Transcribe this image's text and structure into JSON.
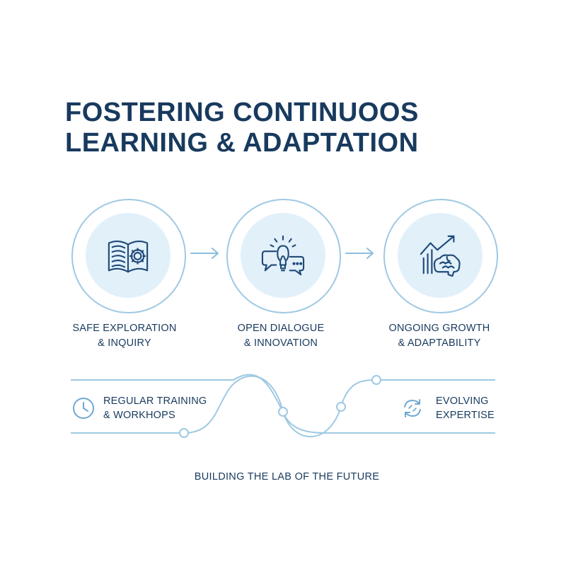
{
  "title": {
    "line1": "FOSTERING CONTINUOOS",
    "line2": "LEARNING & ADAPTATION"
  },
  "stages": [
    {
      "icon": "book-gear-icon",
      "caption_line1": "SAFE EXPLORATION",
      "caption_line2": "& INQUIRY"
    },
    {
      "icon": "lightbulb-chat-icon",
      "caption_line1": "OPEN DIALOGUE",
      "caption_line2": "& INNOVATION"
    },
    {
      "icon": "growth-brain-icon",
      "caption_line1": "ONGOING GROWTH",
      "caption_line2": "& ADAPTABILITY"
    }
  ],
  "flow": {
    "left_icon": "clock-icon",
    "left_line1": "REGULAR TRAINING",
    "left_line2": "& WORKHOPS",
    "right_icon": "cycle-arrows-icon",
    "right_line1": "EVOLVING",
    "right_line2": "EXPERTISE"
  },
  "footer": "BUILDING THE LAB OF THE FUTURE",
  "colors": {
    "navy": "#183a5e",
    "line_blue": "#9fc9e3",
    "icon_blue": "#1f4a78",
    "circle_fill": "#e2f0fa"
  }
}
